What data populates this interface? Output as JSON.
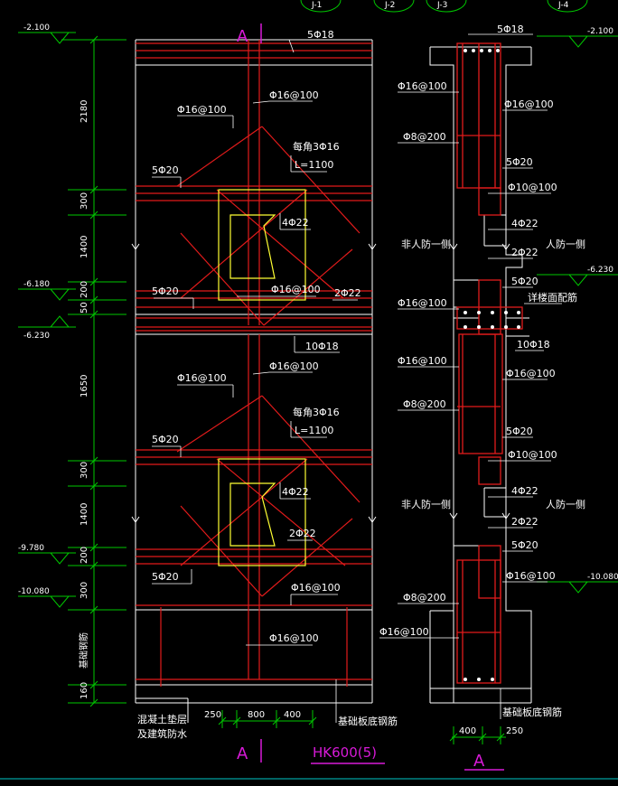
{
  "section_marks": {
    "top": "A",
    "bottom": "A",
    "right": "A"
  },
  "title": "HK600(5)",
  "grid_bubbles": [
    "J-1",
    "J-2",
    "J-3",
    "J-4"
  ],
  "elevations": {
    "e1": "-2.100",
    "e2": "-6.180",
    "e3": "-6.230",
    "e4": "-9.780",
    "e5": "-10.080",
    "r1": "-2.100",
    "r2": "-6.230",
    "r3": "-10.080"
  },
  "dimensions": {
    "d2180": "2180",
    "d300a": "300",
    "d1400a": "1400",
    "d200a": "200",
    "d50": "50",
    "d1650": "1650",
    "d300b": "300",
    "d1400b": "1400",
    "d200b": "200",
    "d300c": "300",
    "dfound": "基础钢筋",
    "d160": "160",
    "b250": "250",
    "b800": "800",
    "b400": "400",
    "r400": "400",
    "r250": "250"
  },
  "left_labels": {
    "l5phi18": "5Φ18",
    "l16top": "Φ16@100",
    "l16top2": "Φ16@100",
    "leach1": "每角3Φ16",
    "llen1": "L=1100",
    "l5phi20a": "5Φ20",
    "l4phi22a": "4Φ22",
    "l5phi20b": "5Φ20",
    "l16mid": "Φ16@100",
    "l2phi22a": "2Φ22",
    "l10phi18": "10Φ18",
    "l16b1": "Φ16@100",
    "l16b2": "Φ16@100",
    "leach2": "每角3Φ16",
    "llen2": "L=1100",
    "l5phi20c": "5Φ20",
    "l4phi22b": "4Φ22",
    "l2phi22b": "2Φ22",
    "l5phi20d": "5Φ20",
    "l16low": "Φ16@100",
    "l16bot": "Φ16@100",
    "lnote1": "混凝土垫层",
    "lnote2": "及建筑防水",
    "lfound": "基础板底钢筋"
  },
  "right_labels": {
    "r5phi18": "5Φ18",
    "r16a": "Φ16@100",
    "r16b": "Φ16@100",
    "r8a": "Φ8@200",
    "r5phi20a": "5Φ20",
    "r10a": "Φ10@100",
    "r4phi22a": "4Φ22",
    "rnonciv1": "非人防一侧",
    "rciv1": "人防一侧",
    "r2phi22a": "2Φ22",
    "r5phi20b": "5Φ20",
    "r16c": "Φ16@100",
    "rdetail": "详楼面配筋",
    "r10phi18": "10Φ18",
    "r16d": "Φ16@100",
    "r16e": "Φ16@100",
    "r8b": "Φ8@200",
    "r5phi20c": "5Φ20",
    "r10b": "Φ10@100",
    "r4phi22b": "4Φ22",
    "rnonciv2": "非人防一侧",
    "rciv2": "人防一侧",
    "r2phi22b": "2Φ22",
    "r5phi20d": "5Φ20",
    "r16f": "Φ16@100",
    "r8c": "Φ8@200",
    "r16g": "Φ16@100",
    "rfound": "基础板底钢筋"
  },
  "colors": {
    "concrete": "#ffffff",
    "rebar": "#e21b1b",
    "dim": "#00c800",
    "opening": "#ffff33",
    "mark": "#d81ad8",
    "cyan": "#00c8c8"
  }
}
